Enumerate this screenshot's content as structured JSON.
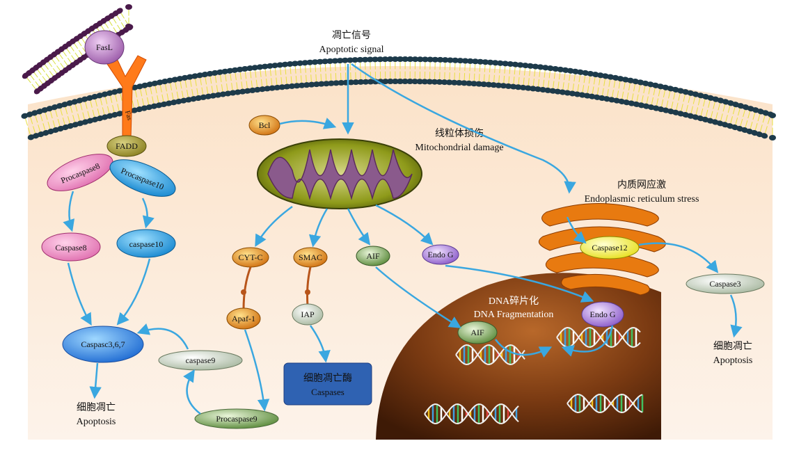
{
  "signal": {
    "zh": "凋亡信号",
    "en": "Apoptotic signal"
  },
  "mito": {
    "zh": "线粒体损伤",
    "en": "Mitochondrial damage"
  },
  "er": {
    "zh": "内质网应激",
    "en": "Endoplasmic reticulum stress"
  },
  "dna": {
    "zh": "DNA碎片化",
    "en": "DNA Fragmentation"
  },
  "apoptosis_left": {
    "zh": "细胞凋亡",
    "en": "Apoptosis"
  },
  "apoptosis_right": {
    "zh": "细胞凋亡",
    "en": "Apoptosis"
  },
  "caspases_box": {
    "zh": "细胞凋亡酶",
    "en": "Caspases"
  },
  "nodes": {
    "fasl": "FasL",
    "fas": "Fas",
    "fadd": "FADD",
    "procaspase8": "Procaspase8",
    "procaspase10": "Procaspase10",
    "caspase8": "Caspase8",
    "caspase10": "caspase10",
    "caspase367": "Caspasc3,6,7",
    "caspase9": "caspase9",
    "procaspase9": "Procaspase9",
    "bcl": "Bcl",
    "cytc": "CYT-C",
    "smac": "SMAC",
    "aif": "AIF",
    "endog": "Endo G",
    "apaf1": "Apaf-1",
    "iap": "IAP",
    "aif_nuc": "AIF",
    "endog_nuc": "Endo G",
    "caspase12": "Caspase12",
    "caspase3": "Caspase3"
  },
  "colors": {
    "cytoplasm": "#fbe6d4",
    "membrane": "#1d3a4a",
    "mito_outer": "#9aa41c",
    "mito_inner": "#8a5a8c",
    "nucleus": "#7a3c14",
    "arrow": "#3aa7e0",
    "caspase_box": "#2f62b2",
    "er": "#e87a10"
  }
}
